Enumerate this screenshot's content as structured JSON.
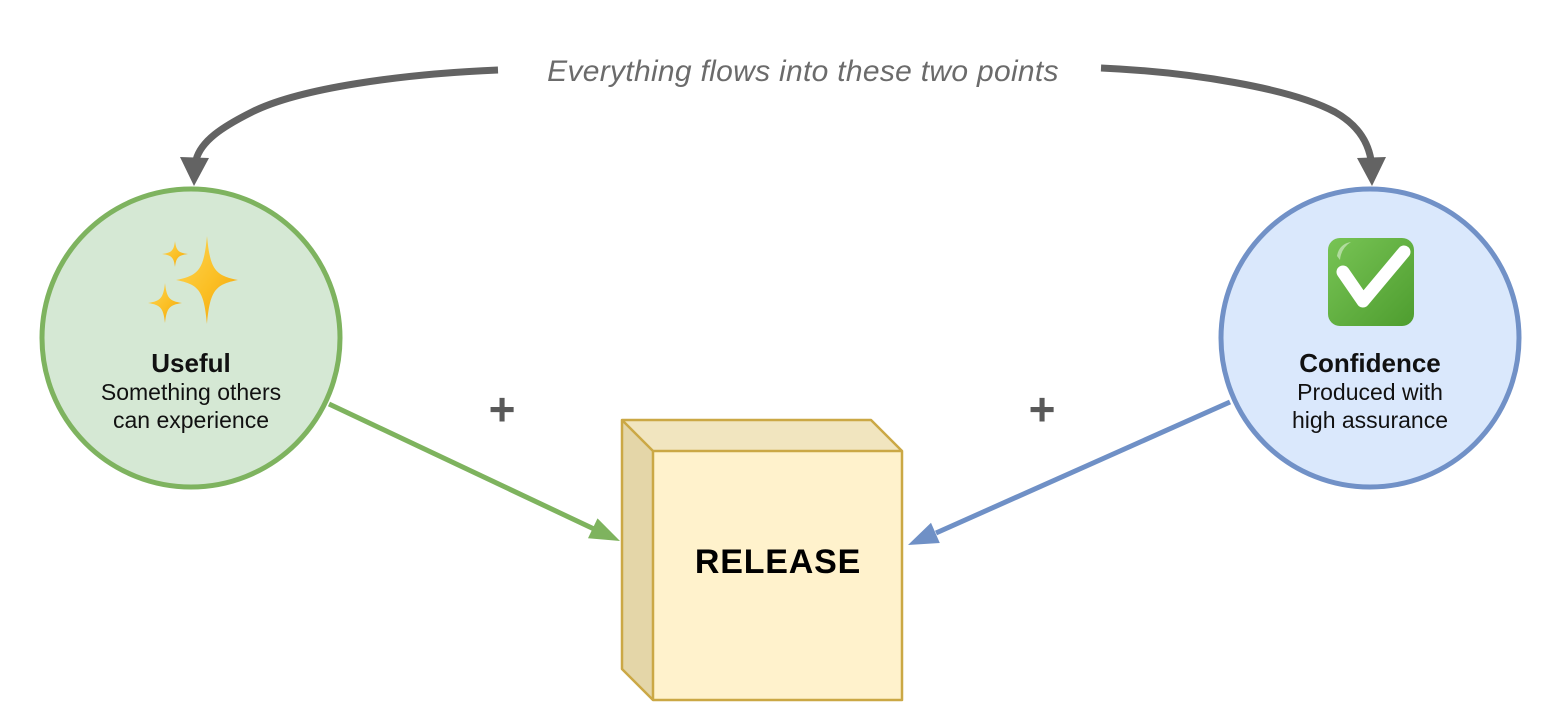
{
  "annotation": {
    "text": "Everything flows into these two points",
    "color": "#636363",
    "targets": [
      "Useful",
      "Confidence"
    ]
  },
  "nodes": {
    "useful": {
      "label": "Useful",
      "subtitle_line1": "Something others",
      "subtitle_line2": "can experience",
      "icon": "sparkles-icon",
      "fill": "#d5e8d4",
      "stroke": "#7eb35f"
    },
    "confidence": {
      "label": "Confidence",
      "subtitle_line1": "Produced with",
      "subtitle_line2": "high assurance",
      "icon": "check-mark-icon",
      "fill": "#dae8fc",
      "stroke": "#7191c7"
    },
    "release": {
      "label": "RELEASE",
      "fill": "#fff2cc",
      "top_shade": "#f1e5bf",
      "side_shade": "#e4d6a8",
      "stroke": "#cba845"
    }
  },
  "edges": [
    {
      "from": "Useful",
      "to": "RELEASE",
      "operator": "+",
      "color": "#7eb35e"
    },
    {
      "from": "Confidence",
      "to": "RELEASE",
      "operator": "+",
      "color": "#6f90c6"
    }
  ]
}
